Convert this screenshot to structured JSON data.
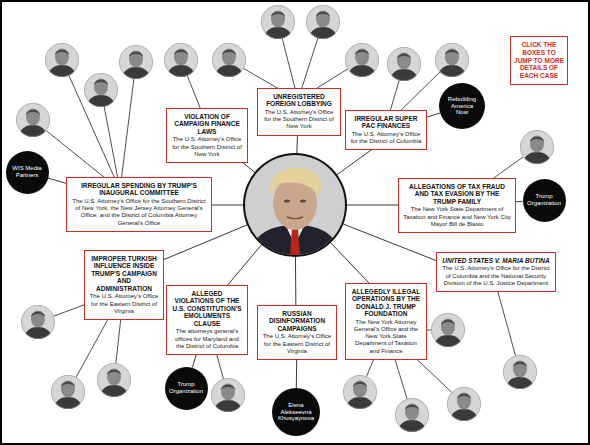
{
  "diagram": {
    "nodes": [
      {
        "text": [
          "UNREGISTERED FOREIGN LOBBYING",
          "The U.S. Attorney's Office for the Southern District of New York"
        ]
      },
      {
        "text": [
          "VIOLATION OF CAMPAIGN FINANCE LAWS",
          "The U.S. Attorney's Office for the Southern District of New York"
        ]
      },
      {
        "text": [
          "IRREGULAR SUPER PAC FINANCES",
          "The U.S. Attorney's Office for the District of Columbia"
        ]
      },
      {
        "text": [
          "CLICK THE BOXES TO JUMP TO MORE DETAILS OF EACH CASE"
        ]
      },
      {
        "text": [
          "Rebuilding America Now"
        ]
      },
      {
        "text": [
          "WIS Media Partners"
        ]
      },
      {
        "text": [
          "IRREGULAR SPENDING BY TRUMP'S INAUGURAL COMMITTEE",
          "The U.S. Attorney's Office for the Southern District of New York, the New Jersey Attorney General's Office, and the District of Columbia Attorney General's Office"
        ]
      },
      {
        "text": [
          "ALLEGATIONS OF TAX FRAUD AND TAX EVASION BY THE TRUMP FAMILY",
          "The New York State Department of Taxation and Finance and New York City Mayor Bill de Blasio"
        ]
      },
      {
        "text": [
          "Trump Organization"
        ]
      },
      {
        "text": [
          "IMPROPER TURKISH INFLUENCE INSIDE TRUMP'S CAMPAIGN AND ADMINISTRATION",
          "The U.S. Attorney's Office for the Eastern District of Virginia"
        ]
      },
      {
        "text": [
          "ALLEGED VIOLATIONS OF THE U.S. CONSTITUTION'S EMOLUMENTS CLAUSE",
          "The attorneys general's offices for Maryland and the District of Columbia"
        ]
      },
      {
        "text": [
          "RUSSIAN DISINFORMATION CAMPAIGNS",
          "The U.S. Attorney's Office for the Eastern District of Virginia"
        ]
      },
      {
        "text": [
          "ALLEGEDLY ILLEGAL OPERATIONS BY THE DONALD J. TRUMP FOUNDATION",
          "The New York Attorney General's Office and the New York State Department of Taxation and Finance"
        ]
      },
      {
        "text": [
          "UNITED STATES V. MARIA BUTINA",
          "The U.S. Attorney's Office for the District of Columbia and the National Security Division of the U.S. Justice Department"
        ]
      },
      {
        "text": [
          "Trump Organization"
        ]
      },
      {
        "text": [
          "Elena Alekseevna Khusyaynova"
        ]
      }
    ],
    "edges": [
      {
        "from": 6,
        "to": 5,
        "arrow": "none"
      },
      {
        "from": 2,
        "to": 4,
        "arrow": "none"
      },
      {
        "from": 7,
        "to": 8,
        "arrow": "none"
      },
      {
        "from": 10,
        "to": 14,
        "arrow": "none"
      },
      {
        "from": 11,
        "to": 15,
        "arrow": "none"
      }
    ]
  }
}
